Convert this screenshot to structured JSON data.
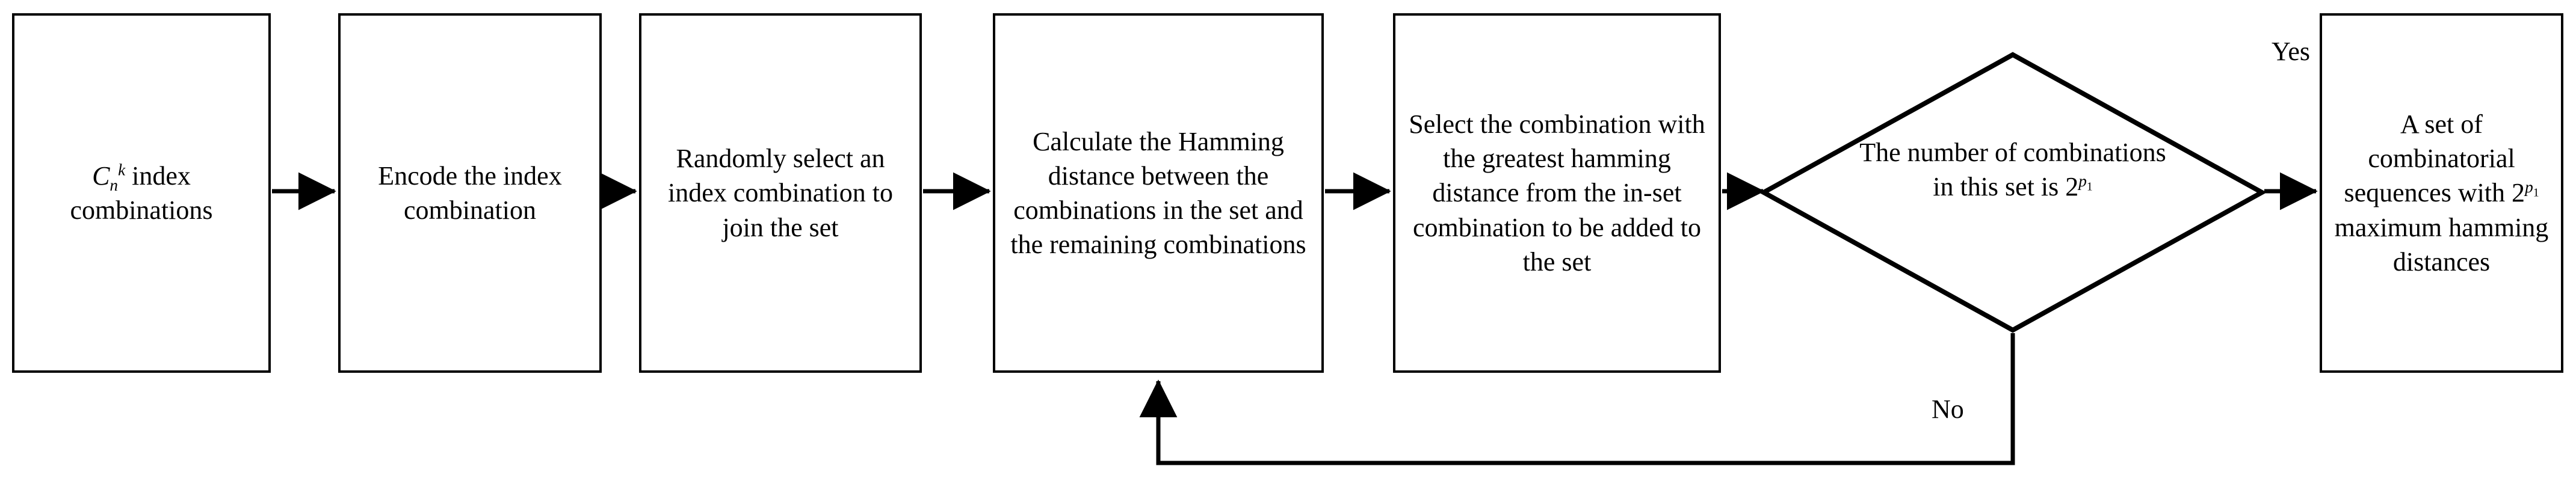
{
  "diagram": {
    "title": "Flowchart for generating a set of combinatorial sequences with maximum hamming distances",
    "type": "flowchart",
    "background_color": "#ffffff",
    "stroke_color": "#000000"
  },
  "nodes": {
    "box1": {
      "shape": "rectangle",
      "text_prefix": "C",
      "sub": "n",
      "sup": "k",
      "text_suffix": " index combinations",
      "plain": "C_n^k index combinations"
    },
    "box2": {
      "shape": "rectangle",
      "text": "Encode the index combination"
    },
    "box3": {
      "shape": "rectangle",
      "text": "Randomly select an index combination to join the set"
    },
    "box4": {
      "shape": "rectangle",
      "text": "Calculate the Hamming distance between the combinations in the set and the remaining combinations"
    },
    "box5": {
      "shape": "rectangle",
      "text": "Select the combination with the greatest hamming distance from the in-set combination to be added to the set"
    },
    "decision": {
      "shape": "diamond",
      "text_prefix": "The number of combinations in this set is 2",
      "exp_base": "p",
      "exp_index": "1",
      "plain": "The number of combinations in this set is 2^{p_1}"
    },
    "box7": {
      "shape": "rectangle",
      "text_prefix": "A set of combinatorial sequences with 2",
      "exp_base": "p",
      "exp_index": "1",
      "text_suffix": " maximum hamming distances",
      "plain": "A set of combinatorial sequences with 2^{p_1} maximum hamming distances"
    }
  },
  "edges": {
    "yes_label": "Yes",
    "no_label": "No",
    "sequence": [
      "box1 -> box2",
      "box2 -> box3",
      "box3 -> box4",
      "box4 -> box5",
      "box5 -> decision",
      "decision -Yes-> box7",
      "decision -No-> box4"
    ]
  }
}
